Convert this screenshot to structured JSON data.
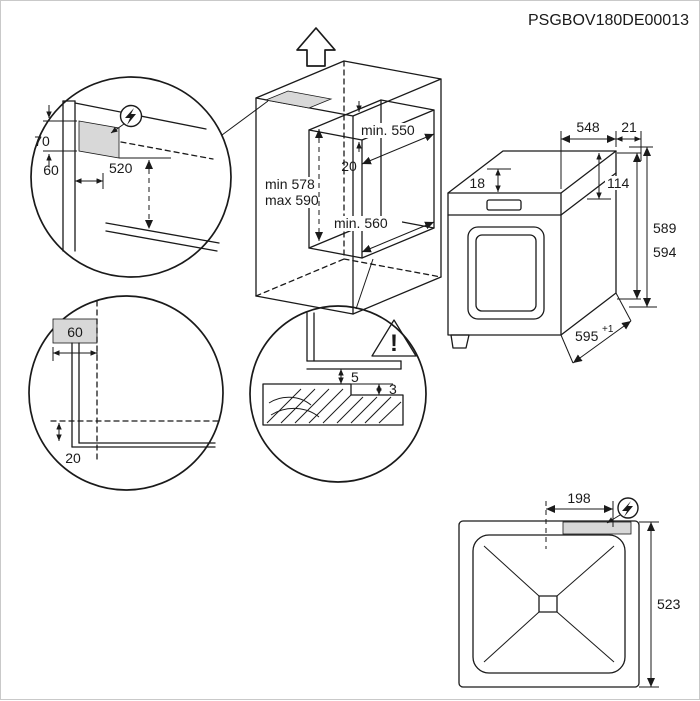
{
  "doc": {
    "code": "PSGBOV180DE00013"
  },
  "cabinet": {
    "niche_width": "min. 550",
    "top_clearance": "20",
    "niche_height_min": "min 578",
    "niche_height_max": "max 590",
    "niche_depth": "min. 560"
  },
  "detail_electrical": {
    "dim_70": "70",
    "dim_60": "60",
    "dim_520": "520"
  },
  "detail_corner": {
    "dim_60": "60",
    "dim_20": "20"
  },
  "detail_ventilation": {
    "dim_5": "5",
    "dim_3": "3"
  },
  "oven": {
    "depth": "548",
    "dim_21": "21",
    "dim_18": "18",
    "panel_height": "114",
    "height_a": "589",
    "height_b": "594",
    "width": "595",
    "width_tolerance": "+1"
  },
  "rear_view": {
    "dim_198": "198",
    "dim_523": "523"
  },
  "icons": {
    "warning_glyph": "!",
    "electrical_icon": "lightning-in-circle",
    "direction_icon": "up-arrow"
  },
  "colors": {
    "line": "#1a1a1a",
    "shade": "#d8d8d8",
    "background": "#ffffff",
    "border": "#c9c9c9"
  }
}
